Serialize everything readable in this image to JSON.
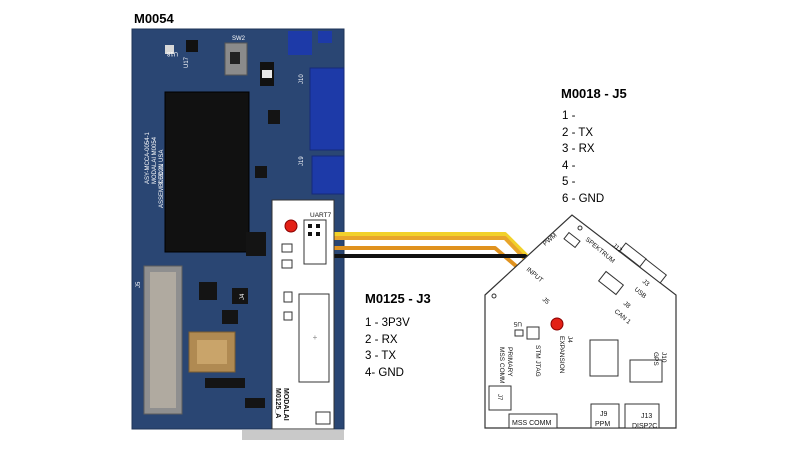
{
  "boards": {
    "m0054": {
      "title": "M0054",
      "silk": [
        "ASY-MCCA-0054-1",
        "MODALAI  M0054",
        "© 2021",
        "ASSEMBLED IN USA"
      ],
      "refs": [
        "U18",
        "U17",
        "SW2",
        "J10",
        "J19",
        "J5",
        "J4"
      ]
    },
    "m0125": {
      "title": "M0125 - J3",
      "header_label": "UART7",
      "silk": [
        "MODALAI",
        "M0125_A"
      ],
      "pins": [
        "1 - 3P3V",
        "2 - RX",
        "3 - TX",
        "4- GND"
      ]
    },
    "m0018": {
      "title": "M0018 - J5",
      "pins": [
        "1 -",
        "2 - TX",
        "3 - RX",
        "4 -",
        "5 -",
        "6 - GND"
      ],
      "silk": [
        "PWM",
        "SPEKTRUM",
        "J12",
        "J3",
        "USB",
        "J8",
        "CAN 1",
        "INPUT",
        "J5",
        "U5",
        "EXPANSION",
        "J4",
        "STM JTAG",
        "PRIMARY",
        "MSS COMM",
        "J10",
        "GPS",
        "J7",
        "MSS COMM",
        "J9",
        "PPM",
        "J13",
        "DISP2C"
      ]
    }
  },
  "colors": {
    "pcb_blue": "#2d4a78",
    "pcb_white": "#ffffff",
    "wire_black": "#111111",
    "wire_orange": "#e0921e",
    "wire_yellow": "#f2d12a",
    "marker_red": "#e32016"
  }
}
